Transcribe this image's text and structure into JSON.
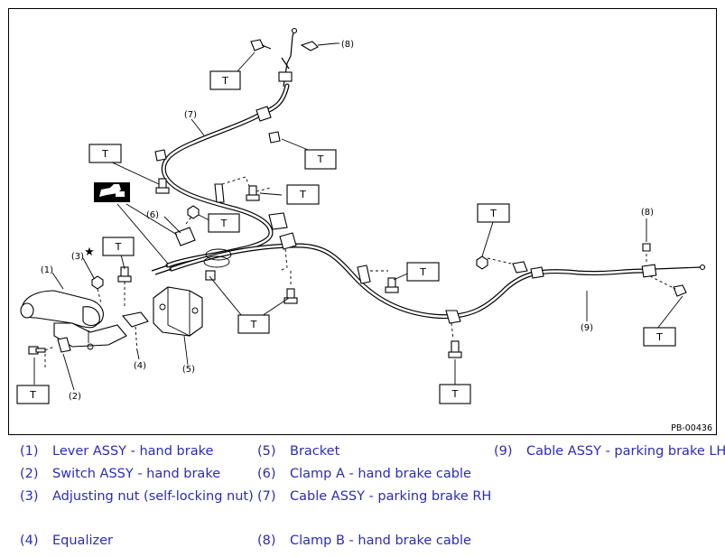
{
  "figure": {
    "reference_code": "PB-00436",
    "torque_marker": "T",
    "callouts": {
      "c1": "(1)",
      "c2": "(2)",
      "c3": "(3)",
      "c4": "(4)",
      "c5": "(5)",
      "c6": "(6)",
      "c7": "(7)",
      "c8_top": "(8)",
      "c8_right": "(8)",
      "c9": "(9)"
    },
    "star_marker": "★",
    "icons": [
      "grease-icon"
    ]
  },
  "legend": [
    {
      "number": "(1)",
      "text": "Lever ASSY - hand brake"
    },
    {
      "number": "(2)",
      "text": "Switch ASSY - hand brake"
    },
    {
      "number": "(3)",
      "text": "Adjusting nut (self-locking nut)"
    },
    {
      "number": "(4)",
      "text": "Equalizer"
    },
    {
      "number": "(5)",
      "text": "Bracket"
    },
    {
      "number": "(6)",
      "text": "Clamp A - hand brake cable"
    },
    {
      "number": "(7)",
      "text": "Cable ASSY - parking brake RH"
    },
    {
      "number": "(8)",
      "text": "Clamp B - hand brake cable"
    },
    {
      "number": "(9)",
      "text": "Cable ASSY - parking brake LH"
    }
  ],
  "colors": {
    "legend_text": "#2b2bb8",
    "line": "#000000",
    "background": "#ffffff"
  }
}
